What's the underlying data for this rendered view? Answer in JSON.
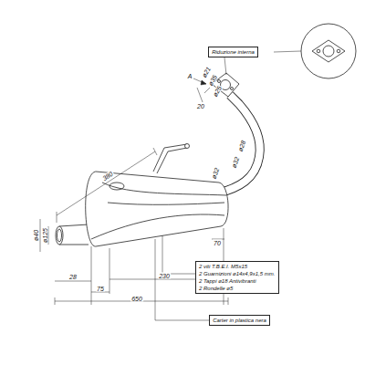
{
  "diagram": {
    "nodes": [
      {
        "text": [
          "Riduzione interna"
        ]
      },
      {
        "text": [
          "2 viti T.B.E.I. M5x15",
          "2 Guarnizioni ø14x4,9x1,5 mm.",
          "2 Tappi ø18 Antivibranti",
          "2 Rondelle ø5"
        ]
      },
      {
        "text": [
          "Carter in plastica nera"
        ]
      }
    ],
    "labels": [
      "A",
      "ø21",
      "ø35",
      "ø25",
      "20",
      "ø28",
      "ø32",
      "ø32",
      "380",
      "ø40",
      "ø125",
      "28",
      "75",
      "230",
      "650",
      "70"
    ]
  }
}
